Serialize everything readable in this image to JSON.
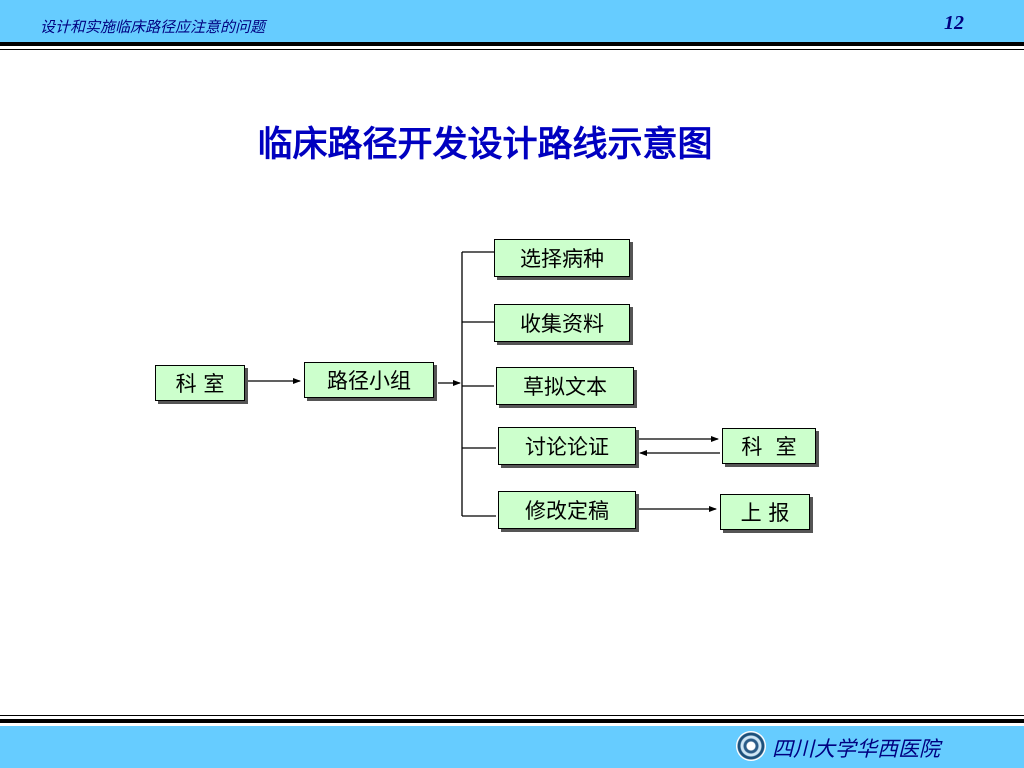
{
  "header": {
    "title": "设计和实施临床路径应注意的问题",
    "page_number": "12"
  },
  "slide": {
    "title": "临床路径开发设计路线示意图"
  },
  "diagram": {
    "nodes": {
      "dept_start": "科 室",
      "path_team": "路径小组",
      "select_disease": "选择病种",
      "collect_data": "收集资料",
      "draft_text": "草拟文本",
      "discuss": "讨论论证",
      "finalize": "修改定稿",
      "dept_review": "科  室",
      "report": "上 报"
    }
  },
  "footer": {
    "institution": "四川大学华西医院",
    "logo_icon": "university-seal-icon"
  },
  "colors": {
    "bar": "#66ccff",
    "header_text": "#000080",
    "title": "#0000c0",
    "node_fill": "#ccffcc"
  }
}
